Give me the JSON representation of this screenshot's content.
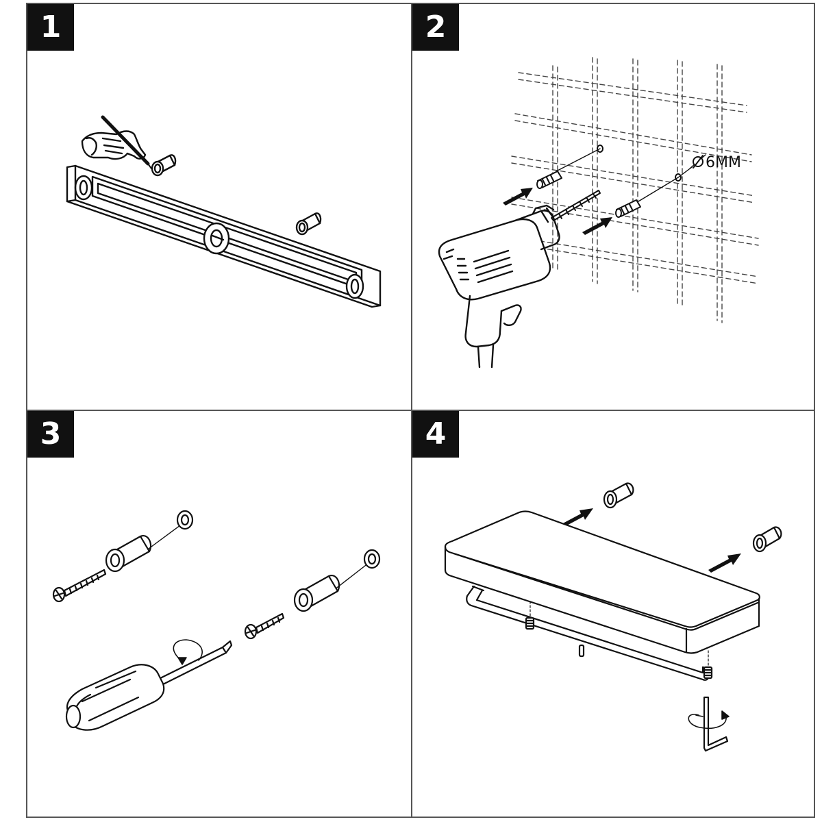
{
  "steps": [
    {
      "number": "1",
      "depicts": "mark-holes-with-level"
    },
    {
      "number": "2",
      "depicts": "drill-holes-insert-anchors",
      "drill_size": "6MM"
    },
    {
      "number": "3",
      "depicts": "assemble-screws-with-screwdriver"
    },
    {
      "number": "4",
      "depicts": "mount-shelf-tighten-set-screws"
    }
  ],
  "colors": {
    "line": "#111111",
    "border": "#555555",
    "badge_bg": "#111111",
    "badge_text": "#ffffff"
  }
}
